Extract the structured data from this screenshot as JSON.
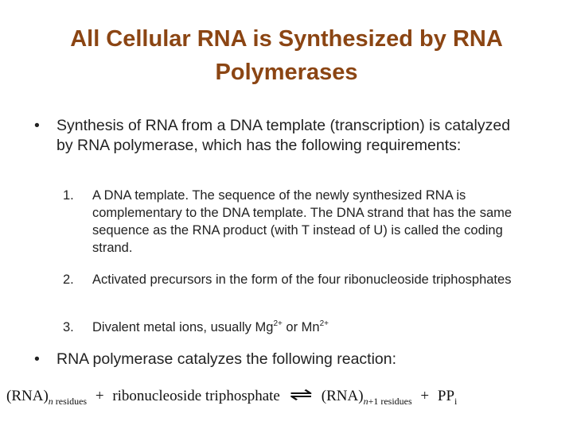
{
  "title": "All Cellular RNA is Synthesized by RNA Polymerases",
  "bullets": [
    {
      "text": "Synthesis of RNA from a DNA template (transcription) is catalyzed by RNA polymerase, which has the following requirements:"
    },
    {
      "text": "RNA polymerase catalyzes the following reaction:"
    }
  ],
  "items": [
    {
      "num": "1.",
      "text": "A DNA template. The sequence of the newly synthesized RNA is complementary to the DNA template. The DNA strand that has the same sequence as the RNA product (with T instead of U) is called the coding strand."
    },
    {
      "num": "2.",
      "text": "Activated precursors in the form of the four ribonucleoside triphosphates"
    },
    {
      "num": "3.",
      "text_a": "Divalent metal ions, usually Mg",
      "sup_a": "2+",
      "text_b": " or Mn",
      "sup_b": "2+"
    }
  ],
  "bullet_symbol": "•",
  "equation": {
    "lhs1": "(RNA)",
    "lhs1_sub_n": "n",
    "lhs1_sub": " residues",
    "plus": "+",
    "lhs2": "ribonucleoside triphosphate",
    "arrow": "⇌",
    "rhs1": "(RNA)",
    "rhs1_sub_n": "n",
    "rhs1_sub": "+1 residues",
    "rhs2": "PP",
    "rhs2_sub": "i"
  }
}
